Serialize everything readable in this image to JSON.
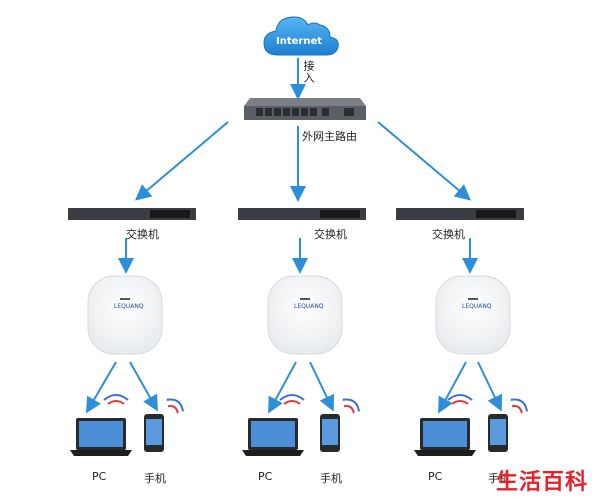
{
  "internet": {
    "label": "Internet"
  },
  "uplink": {
    "label": "接入"
  },
  "router": {
    "label": "外网主路由"
  },
  "switches": [
    {
      "label": "交换机"
    },
    {
      "label": "交换机"
    },
    {
      "label": "交换机"
    }
  ],
  "access_points": [
    {
      "logo": "LEQUANQ"
    },
    {
      "logo": "LEQUANQ"
    },
    {
      "logo": "LEQUANQ"
    }
  ],
  "clients": [
    {
      "pc_label": "PC",
      "phone_label": "手机"
    },
    {
      "pc_label": "PC",
      "phone_label": "手机"
    },
    {
      "pc_label": "PC",
      "phone_label": "手机"
    }
  ],
  "watermark": "生活百科",
  "colors": {
    "arrow": "#2e8fd8",
    "cloud": "#2a8ee0",
    "wifi_red": "#e03b3b",
    "wifi_blue": "#3c6fd0",
    "device_dark": "#2a2a2a"
  },
  "icons": [
    "cloud-icon",
    "router-icon",
    "switch-icon",
    "access-point-icon",
    "laptop-icon",
    "phone-icon",
    "wifi-icon"
  ]
}
